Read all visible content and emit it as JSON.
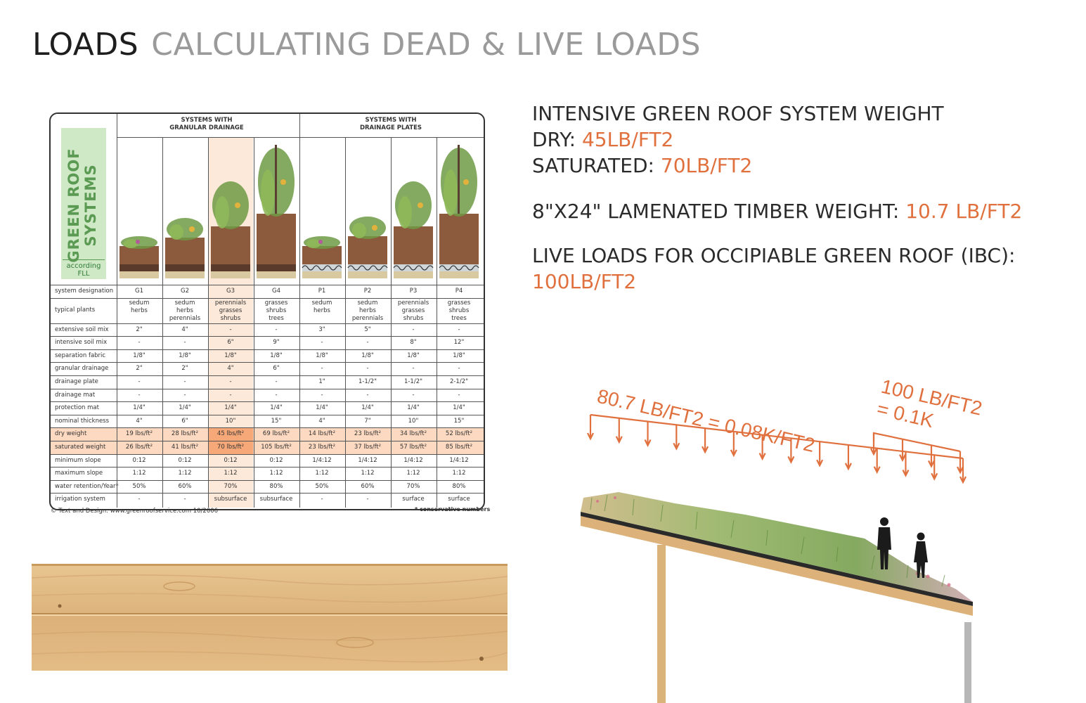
{
  "header": {
    "title": "LOADS",
    "subtitle": "CALCULATING DEAD & LIVE LOADS"
  },
  "info": {
    "line1": "INTENSIVE GREEN ROOF SYSTEM WEIGHT",
    "dry_label": "DRY: ",
    "dry_value": "45LB/FT2",
    "sat_label": "SATURATED: ",
    "sat_value": "70LB/FT2",
    "timber_label": "8\"X24\" LAMENATED TIMBER WEIGHT: ",
    "timber_value": "10.7 LB/FT2",
    "live_label": "LIVE LOADS FOR OCCIPIABLE GREEN ROOF (IBC):",
    "live_value": "100LB/FT2"
  },
  "card": {
    "brand_line1": "GREEN ROOF",
    "brand_line2": "SYSTEMS",
    "brand_sub": "according FLL",
    "group1": "SYSTEMS WITH\nGRANULAR DRAINAGE",
    "group2": "SYSTEMS WITH\nDRAINAGE PLATES",
    "rows": [
      {
        "label": "system designation",
        "cells": [
          "G1",
          "G2",
          "G3",
          "G4",
          "P1",
          "P2",
          "P3",
          "P4"
        ]
      },
      {
        "label": "typical plants",
        "cells": [
          "sedum\nherbs",
          "sedum\nherbs\nperennials",
          "perennials\ngrasses\nshrubs",
          "grasses\nshrubs\ntrees",
          "sedum\nherbs",
          "sedum\nherbs\nperennials",
          "perennials\ngrasses\nshrubs",
          "grasses\nshrubs\ntrees"
        ]
      },
      {
        "label": "extensive soil mix",
        "cells": [
          "2\"",
          "4\"",
          "-",
          "-",
          "3\"",
          "5\"",
          "-",
          "-"
        ]
      },
      {
        "label": "intensive soil mix",
        "cells": [
          "-",
          "-",
          "6\"",
          "9\"",
          "-",
          "-",
          "8\"",
          "12\""
        ]
      },
      {
        "label": "separation fabric",
        "cells": [
          "1/8\"",
          "1/8\"",
          "1/8\"",
          "1/8\"",
          "1/8\"",
          "1/8\"",
          "1/8\"",
          "1/8\""
        ]
      },
      {
        "label": "granular drainage",
        "cells": [
          "2\"",
          "2\"",
          "4\"",
          "6\"",
          "-",
          "-",
          "-",
          "-"
        ]
      },
      {
        "label": "drainage plate",
        "cells": [
          "-",
          "-",
          "-",
          "-",
          "1\"",
          "1-1/2\"",
          "1-1/2\"",
          "2-1/2\""
        ]
      },
      {
        "label": "drainage mat",
        "cells": [
          "-",
          "-",
          "-",
          "-",
          "-",
          "-",
          "-",
          "-"
        ]
      },
      {
        "label": "protection mat",
        "cells": [
          "1/4\"",
          "1/4\"",
          "1/4\"",
          "1/4\"",
          "1/4\"",
          "1/4\"",
          "1/4\"",
          "1/4\""
        ]
      },
      {
        "label": "nominal thickness",
        "cells": [
          "4\"",
          "6\"",
          "10\"",
          "15\"",
          "4\"",
          "7\"",
          "10\"",
          "15\""
        ]
      },
      {
        "label": "dry weight",
        "cells": [
          "19 lbs/ft²",
          "28 lbs/ft²",
          "45 lbs/ft²",
          "69 lbs/ft²",
          "14 lbs/ft²",
          "23 lbs/ft²",
          "34 lbs/ft²",
          "52 lbs/ft²"
        ]
      },
      {
        "label": "saturated weight",
        "cells": [
          "26 lbs/ft²",
          "41 lbs/ft²",
          "70 lbs/ft²",
          "105 lbs/ft²",
          "23 lbs/ft²",
          "37 lbs/ft²",
          "57 lbs/ft²",
          "85 lbs/ft²"
        ]
      },
      {
        "label": "minimum slope",
        "cells": [
          "0:12",
          "0:12",
          "0:12",
          "0:12",
          "1/4:12",
          "1/4:12",
          "1/4:12",
          "1/4:12"
        ]
      },
      {
        "label": "maximum slope",
        "cells": [
          "1:12",
          "1:12",
          "1:12",
          "1:12",
          "1:12",
          "1:12",
          "1:12",
          "1:12"
        ]
      },
      {
        "label": "water retention/Year*",
        "cells": [
          "50%",
          "60%",
          "70%",
          "80%",
          "50%",
          "60%",
          "70%",
          "80%"
        ]
      },
      {
        "label": "irrigation system",
        "cells": [
          "-",
          "-",
          "subsurface",
          "subsurface",
          "-",
          "-",
          "surface",
          "surface"
        ]
      }
    ],
    "credit": "©  Text and Design:   www.greenroofservice.com    10/2006",
    "conservative": "* conservative numbers"
  },
  "section": {
    "dead_load_label": "80.7 LB/FT2 = 0.08K/FT2",
    "live_load_line1": "100 LB/FT2",
    "live_load_line2": "= 0.1K"
  },
  "colors": {
    "accent": "#e0703e",
    "brand_green": "#5b9a53",
    "highlight": "#fde9d9"
  }
}
